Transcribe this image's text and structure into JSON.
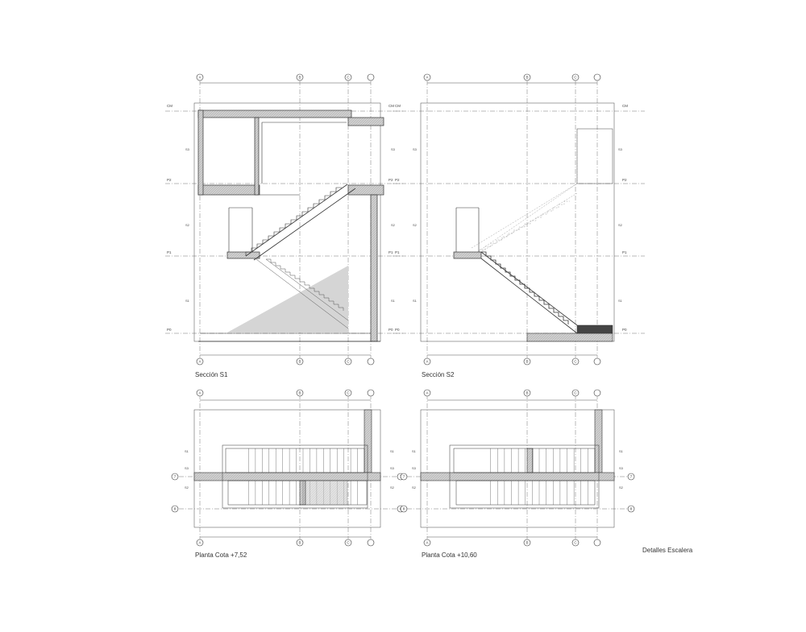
{
  "captions": {
    "seccion_s1": "Sección S1",
    "seccion_s2": "Sección S2",
    "planta_752": "Planta Cota +7,52",
    "planta_1060": "Planta Cota +10,60",
    "sheet_title": "Detalles Escalera"
  },
  "axes": {
    "letters": [
      "A",
      "B",
      "C"
    ],
    "numbers": [
      "7",
      "8"
    ]
  },
  "levels": {
    "cm": "CM",
    "p2": "P2",
    "p1": "P1",
    "p0": "P0"
  },
  "section_tags": {
    "s3": "S3",
    "s2": "S2",
    "s1": "S1"
  },
  "colors": {
    "line": "#333333",
    "thin": "#777777",
    "fill": "#c8c8c8",
    "light_fill": "#d9d9d9"
  }
}
